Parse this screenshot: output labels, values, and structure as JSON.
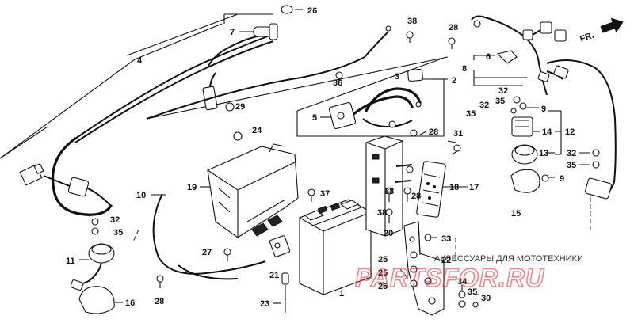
{
  "labels": {
    "p1": "1",
    "p2": "2",
    "p3": "3",
    "p4": "4",
    "p5": "5",
    "p6": "6",
    "p7": "7",
    "p8": "8",
    "p9a": "9",
    "p9b": "9",
    "p10": "10",
    "p11": "11",
    "p12": "12",
    "p13": "13",
    "p14": "14",
    "p15": "15",
    "p16": "16",
    "p17": "17",
    "p18": "18",
    "p19": "19",
    "p20": "20",
    "p21": "21",
    "p22": "22",
    "p23": "23",
    "p24": "24",
    "p25a": "25",
    "p25b": "25",
    "p25c": "25",
    "p26": "26",
    "p27": "27",
    "p28a": "28",
    "p28b": "28",
    "p28c": "28",
    "p28d": "28",
    "p29": "29",
    "p30": "30",
    "p31": "31",
    "p32a": "32",
    "p32b": "32",
    "p32c": "32",
    "p32d": "32",
    "p33": "33",
    "p34": "34",
    "p35a": "35",
    "p35b": "35",
    "p35c": "35",
    "p35d": "35",
    "p35e": "35",
    "p36": "36",
    "p37": "37",
    "p38a": "38",
    "p38b": "38",
    "p38c": "38"
  },
  "direction": "FR.",
  "watermark": {
    "tagline": "АКСЕССУАРЫ ДЛЯ МОТОТЕХНИКИ",
    "logo": "PARTSFOR.RU"
  },
  "colors": {
    "line": "#111111",
    "watermark": "#d8252c",
    "background": "#ffffff"
  }
}
